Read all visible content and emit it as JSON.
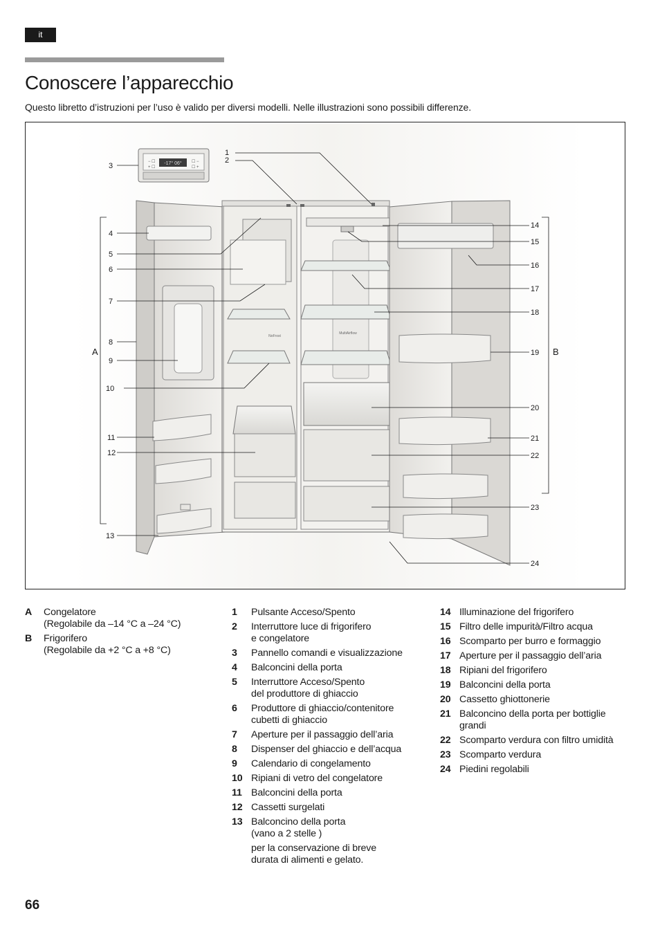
{
  "header": {
    "lang": "it"
  },
  "page": {
    "title": "Conoscere l’apparecchio",
    "intro": "Questo libretto d’istruzioni per l’uso è valido per diversi modelli. Nelle illustrazioni sono possibili differenze.",
    "number": "66"
  },
  "figure": {
    "callouts_left": [
      "1",
      "2",
      "3",
      "4",
      "5",
      "6",
      "7",
      "8",
      "9",
      "10",
      "11",
      "12",
      "13"
    ],
    "callouts_right": [
      "14",
      "15",
      "16",
      "17",
      "18",
      "19",
      "20",
      "21",
      "22",
      "23",
      "24"
    ],
    "section_a": "A",
    "section_b": "B",
    "panel_display": "-17° 06°",
    "nofrost_label": "NoFrost",
    "multiairflow_label": "MultiAirflow"
  },
  "legend_sections": [
    {
      "key": "A",
      "label": "Congelatore",
      "note": "(Regolabile da –14 °C a –24 °C)"
    },
    {
      "key": "B",
      "label": "Frigorifero",
      "note": "(Regolabile da +2 °C a +8 °C)"
    }
  ],
  "legend_items_1": [
    {
      "key": "1",
      "label": "Pulsante Acceso/Spento"
    },
    {
      "key": "2",
      "label": "Interruttore luce di frigorifero",
      "label2": "e congelatore"
    },
    {
      "key": "3",
      "label": "Pannello comandi e visualizzazione"
    },
    {
      "key": "4",
      "label": "Balconcini della porta"
    },
    {
      "key": "5",
      "label": "Interruttore Acceso/Spento",
      "label2": "del produttore di ghiaccio"
    },
    {
      "key": "6",
      "label": "Produttore di ghiaccio/contenitore",
      "label2": "cubetti di ghiaccio"
    },
    {
      "key": "7",
      "label": "Aperture per il passaggio dell’aria"
    },
    {
      "key": "8",
      "label": "Dispenser del ghiaccio e dell’acqua"
    },
    {
      "key": "9",
      "label": "Calendario di congelamento"
    },
    {
      "key": "10",
      "label": "Ripiani di vetro del congelatore"
    },
    {
      "key": "11",
      "label": "Balconcini della porta"
    },
    {
      "key": "12",
      "label": "Cassetti surgelati"
    },
    {
      "key": "13",
      "label": "Balconcino della porta",
      "label2": "(vano a 2 stelle )",
      "extra": "per la conservazione di breve durata di alimenti e gelato."
    }
  ],
  "legend_items_2": [
    {
      "key": "14",
      "label": "Illuminazione del frigorifero"
    },
    {
      "key": "15",
      "label": "Filtro delle impurità/Filtro acqua"
    },
    {
      "key": "16",
      "label": "Scomparto per burro e formaggio"
    },
    {
      "key": "17",
      "label": "Aperture per il passaggio dell’aria"
    },
    {
      "key": "18",
      "label": "Ripiani del frigorifero"
    },
    {
      "key": "19",
      "label": "Balconcini della porta"
    },
    {
      "key": "20",
      "label": "Cassetto ghiottonerie"
    },
    {
      "key": "21",
      "label": "Balconcino della porta per bottiglie grandi"
    },
    {
      "key": "22",
      "label": "Scomparto verdura con filtro umidità"
    },
    {
      "key": "23",
      "label": "Scomparto verdura"
    },
    {
      "key": "24",
      "label": "Piedini regolabili"
    }
  ]
}
